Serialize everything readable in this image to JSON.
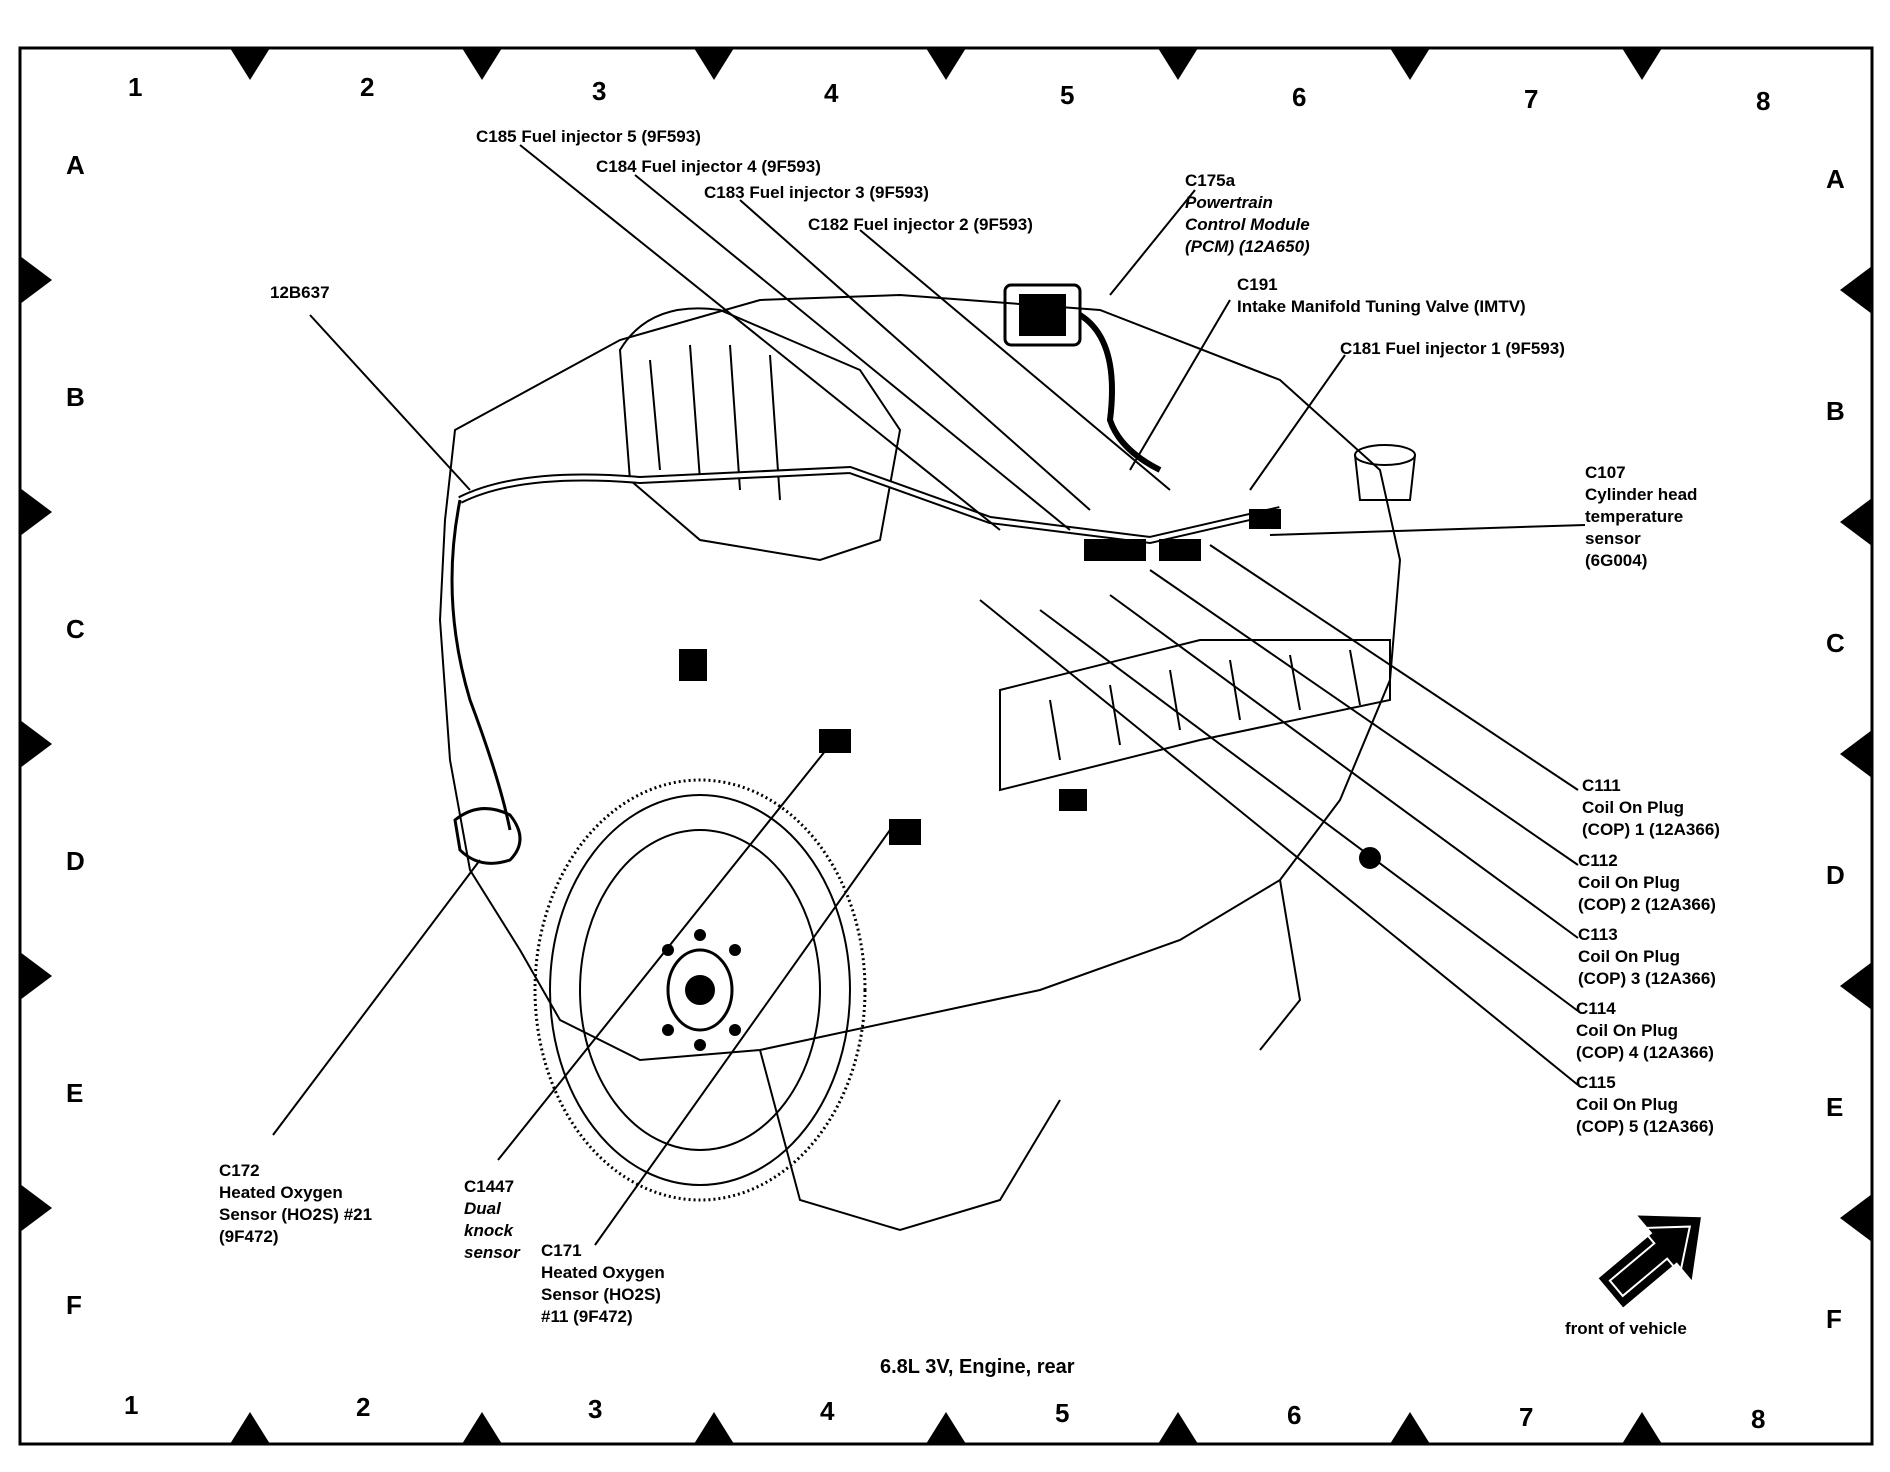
{
  "grid": {
    "columns": [
      "1",
      "2",
      "3",
      "4",
      "5",
      "6",
      "7",
      "8"
    ],
    "rows": [
      "A",
      "B",
      "C",
      "D",
      "E",
      "F"
    ]
  },
  "caption": "6.8L 3V, Engine, rear",
  "orientation_label": "front of vehicle",
  "callouts": {
    "c185": "C185  Fuel injector 5 (9F593)",
    "c184": "C184  Fuel injector 4 (9F593)",
    "c183": "C183  Fuel injector 3 (9F593)",
    "c182": "C182  Fuel injector 2 (9F593)",
    "c175a_id": "C175a",
    "c175a_name": "Powertrain\nControl Module\n(PCM) (12A650)",
    "c191": "C191\nIntake Manifold Tuning Valve (IMTV)",
    "c181": "C181  Fuel injector 1 (9F593)",
    "harness": "12B637",
    "c107": "C107\nCylinder head\ntemperature\nsensor\n(6G004)",
    "c111": "C111\nCoil On Plug\n(COP) 1 (12A366)",
    "c112": "C112\nCoil On Plug\n(COP) 2 (12A366)",
    "c113": "C113\nCoil On Plug\n(COP) 3 (12A366)",
    "c114": "C114\nCoil On Plug\n(COP) 4 (12A366)",
    "c115": "C115\nCoil On Plug\n(COP) 5 (12A366)",
    "c172": "C172\nHeated Oxygen\nSensor (HO2S) #21\n(9F472)",
    "c1447_id": "C1447",
    "c1447_name": "Dual\nknock\nsensor",
    "c171": "C171\nHeated Oxygen\nSensor (HO2S)\n#11 (9F472)"
  }
}
